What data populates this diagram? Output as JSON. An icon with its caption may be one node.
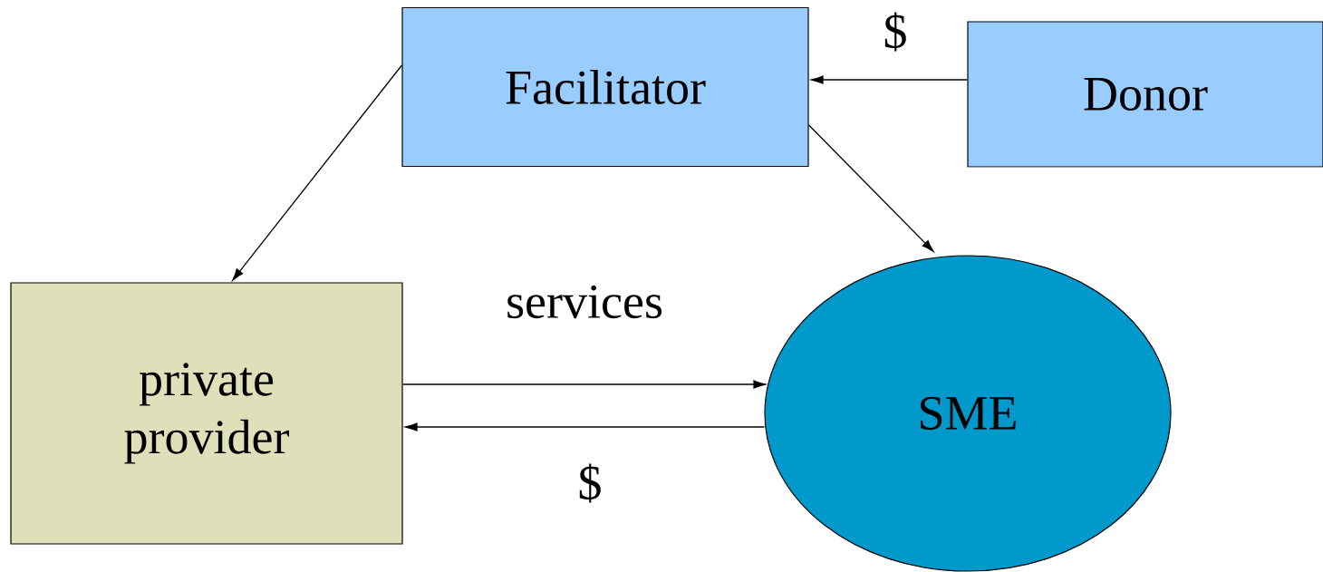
{
  "diagram": {
    "nodes": [
      {
        "text": [
          "Facilitator"
        ]
      },
      {
        "text": [
          "Donor"
        ]
      },
      {
        "text": [
          "private provider"
        ]
      },
      {
        "text": [
          "SME"
        ]
      }
    ],
    "edges": [
      {
        "from": 1,
        "to": 0,
        "arrow": "to",
        "label": "$"
      },
      {
        "from": 0,
        "to": 2,
        "arrow": "to"
      },
      {
        "from": 0,
        "to": 3,
        "arrow": "to"
      },
      {
        "from": 2,
        "to": 3,
        "arrow": "to",
        "label": "services"
      },
      {
        "from": 3,
        "to": 2,
        "arrow": "to",
        "label": "$"
      }
    ]
  }
}
